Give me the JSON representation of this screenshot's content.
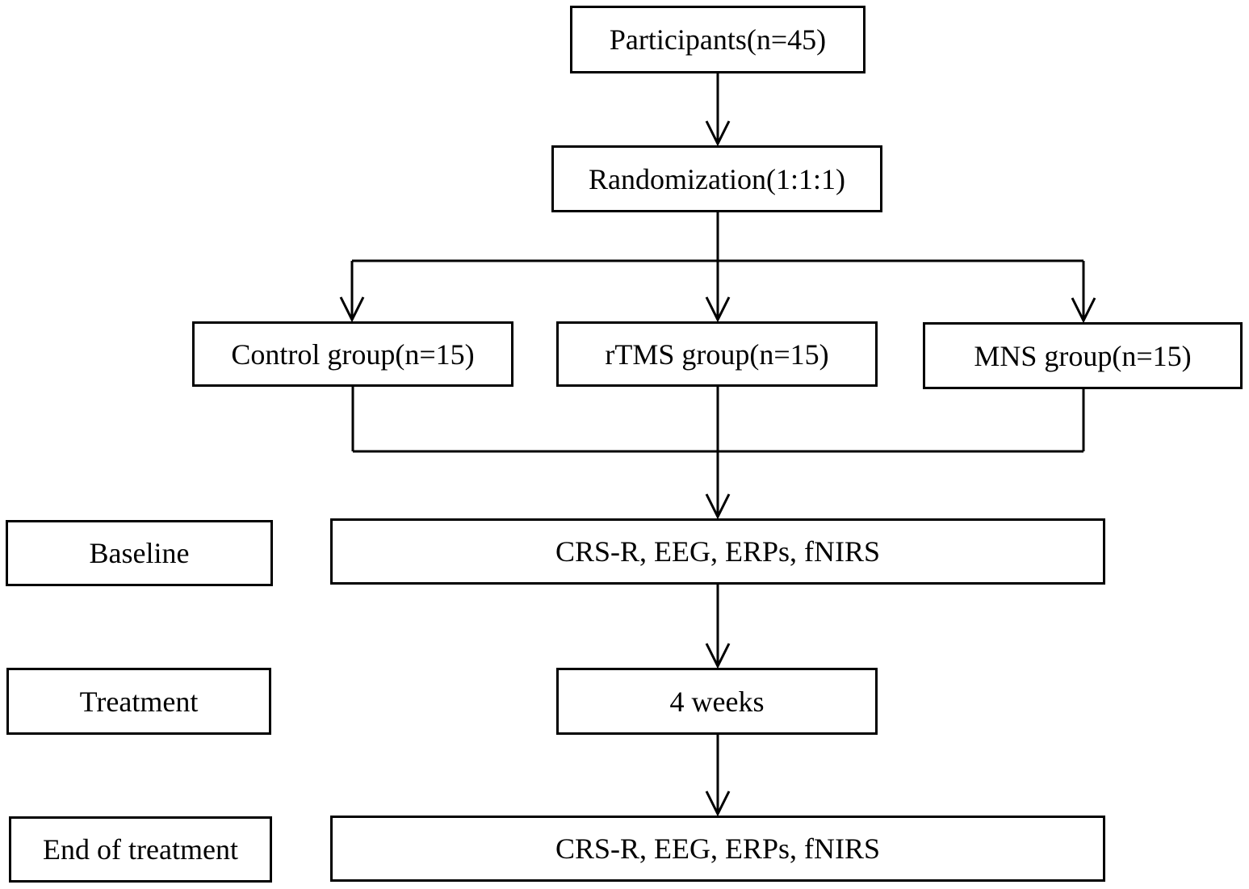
{
  "flow": {
    "participants": "Participants(n=45)",
    "randomization": "Randomization(1:1:1)",
    "groups": {
      "control": "Control group(n=15)",
      "rtms": "rTMS group(n=15)",
      "mns": "MNS group(n=15)"
    },
    "baseline_measures": "CRS-R, EEG, ERPs, fNIRS",
    "treatment_duration": "4 weeks",
    "end_measures": "CRS-R, EEG, ERPs, fNIRS"
  },
  "phases": {
    "baseline": "Baseline",
    "treatment": "Treatment",
    "end": "End of treatment"
  },
  "colors": {
    "line": "#000000",
    "background": "#ffffff"
  }
}
